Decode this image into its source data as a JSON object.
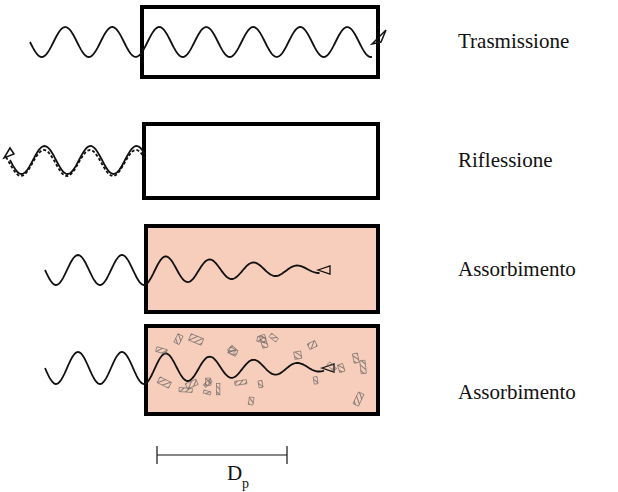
{
  "diagram": {
    "labels": [
      "Trasmissione",
      "Riflessione",
      "Assorbimento",
      "Assorbimento",
      "D",
      "p"
    ]
  }
}
